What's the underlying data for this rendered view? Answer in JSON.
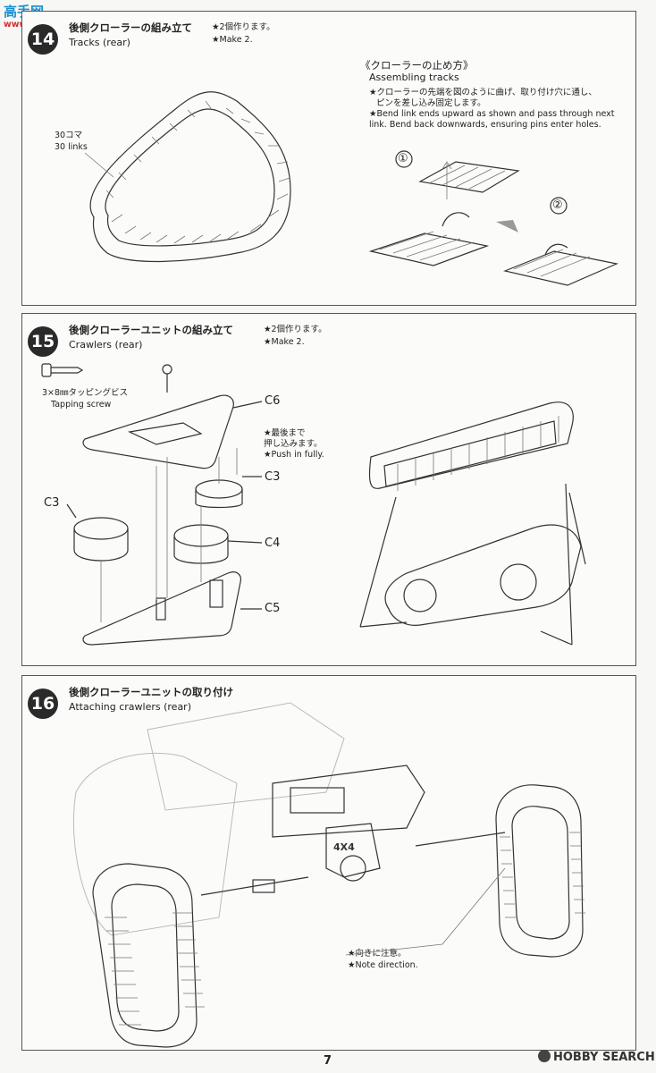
{
  "watermark": {
    "site_cn": "高手网",
    "site_url": "www.gaoshou.net"
  },
  "step14": {
    "number": "14",
    "title_jp": "後側クローラーの組み立て",
    "title_en": "Tracks (rear)",
    "note_jp": "★2個作ります。",
    "note_en": "★Make 2.",
    "links_jp": "30コマ",
    "links_en": "30 links",
    "assembling": {
      "heading_jp": "《クローラーの止め方》",
      "heading_en": "Assembling tracks",
      "desc_jp_1": "★クローラーの先端を図のように曲げ、取り付け穴に通し、",
      "desc_jp_2": "ピンを差し込み固定します。",
      "desc_en_1": "★Bend link ends upward as shown and pass through next",
      "desc_en_2": "link. Bend back downwards, ensuring pins enter holes.",
      "step1": "①",
      "step2": "②"
    }
  },
  "step15": {
    "number": "15",
    "title_jp": "後側クローラーユニットの組み立て",
    "title_en": "Crawlers (rear)",
    "note_jp": "★2個作ります。",
    "note_en": "★Make 2.",
    "screw_jp": "3×8㎜タッピングビス",
    "screw_en": "Tapping screw",
    "push_jp_1": "★最後まで",
    "push_jp_2": "押し込みます。",
    "push_en": "★Push in fully.",
    "parts": {
      "c6": "C6",
      "c3a": "C3",
      "c3b": "C3",
      "c4": "C4",
      "c5": "C5"
    }
  },
  "step16": {
    "number": "16",
    "title_jp": "後側クローラーユニットの取り付け",
    "title_en": "Attaching crawlers (rear)",
    "note_jp": "★向きに注意。",
    "note_en": "★Note direction.",
    "emblem": "4X4"
  },
  "footer": {
    "page_number": "7",
    "brand": "HOBBY SEARCH"
  }
}
